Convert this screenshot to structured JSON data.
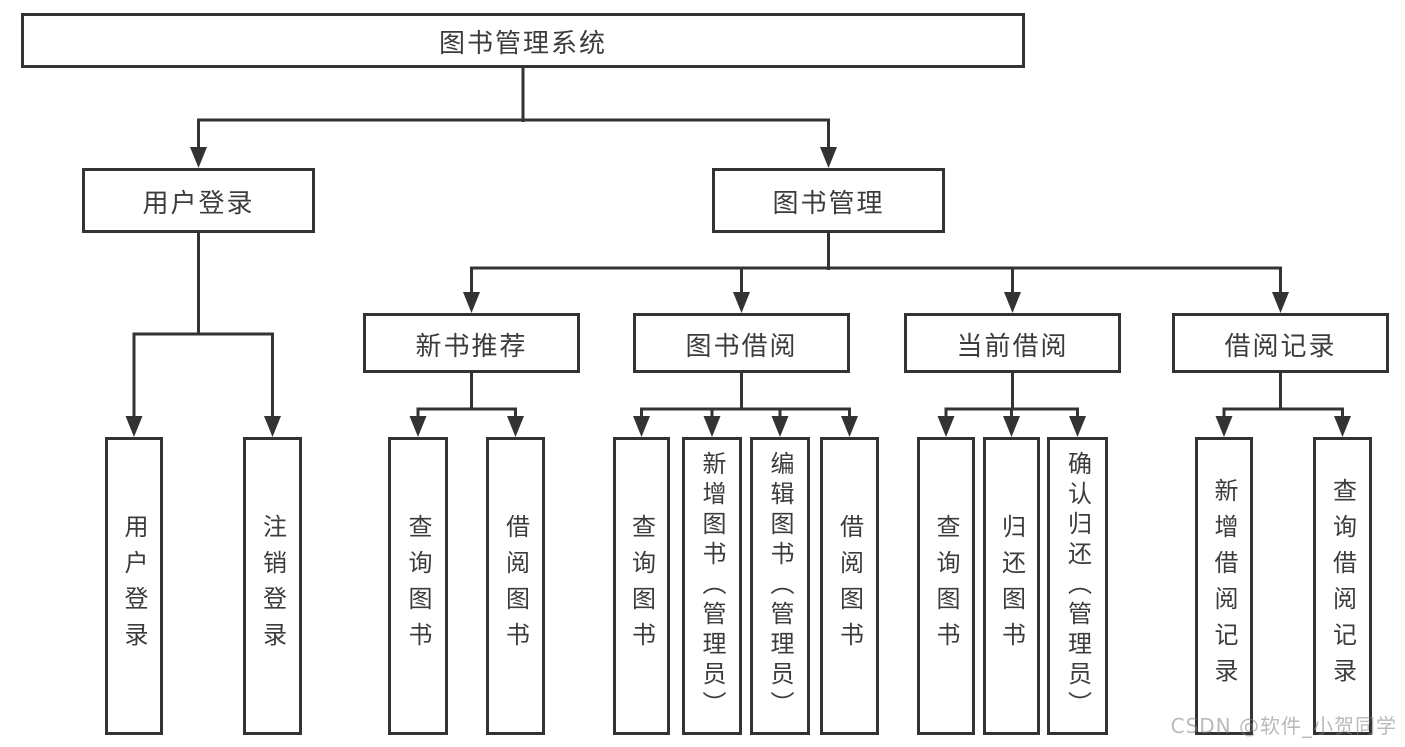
{
  "watermark": "CSDN @软件_小贺同学",
  "tree": {
    "root": {
      "label": "图书管理系统"
    },
    "login": {
      "label": "用户登录",
      "children": [
        "用户登录",
        "注销登录"
      ]
    },
    "management": {
      "label": "图书管理",
      "sections": [
        {
          "label": "新书推荐",
          "children": [
            "查询图书",
            "借阅图书"
          ]
        },
        {
          "label": "图书借阅",
          "children": [
            "查询图书",
            "新增图书（管理员）",
            "编辑图书（管理员）",
            "借阅图书"
          ]
        },
        {
          "label": "当前借阅",
          "children": [
            "查询图书",
            "归还图书",
            "确认归还（管理员）"
          ]
        },
        {
          "label": "借阅记录",
          "children": [
            "新增借阅记录",
            "查询借阅记录"
          ]
        }
      ]
    }
  }
}
